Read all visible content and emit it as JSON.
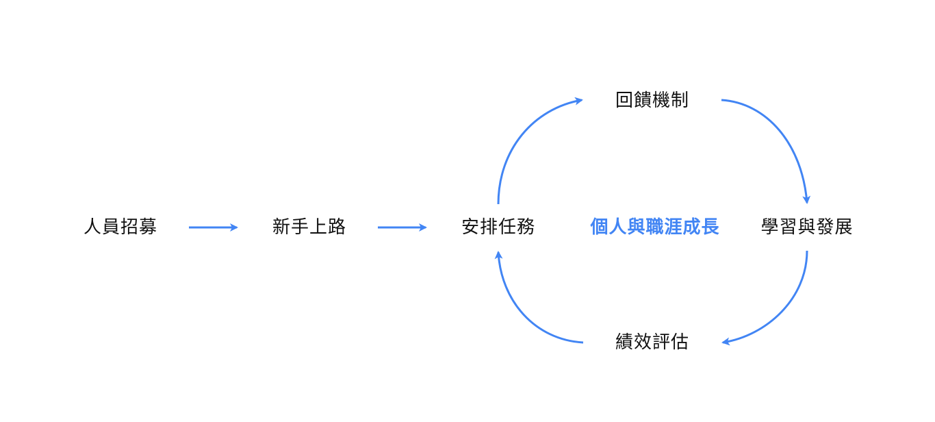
{
  "colors": {
    "accent": "#4285f4",
    "text": "#111111"
  },
  "nodes": {
    "recruitment": "人員招募",
    "onboarding": "新手上路",
    "assign_tasks": "安排任務",
    "feedback": "回饋機制",
    "learning": "學習與發展",
    "performance": "績效評估",
    "center": "個人與職涯成長"
  }
}
